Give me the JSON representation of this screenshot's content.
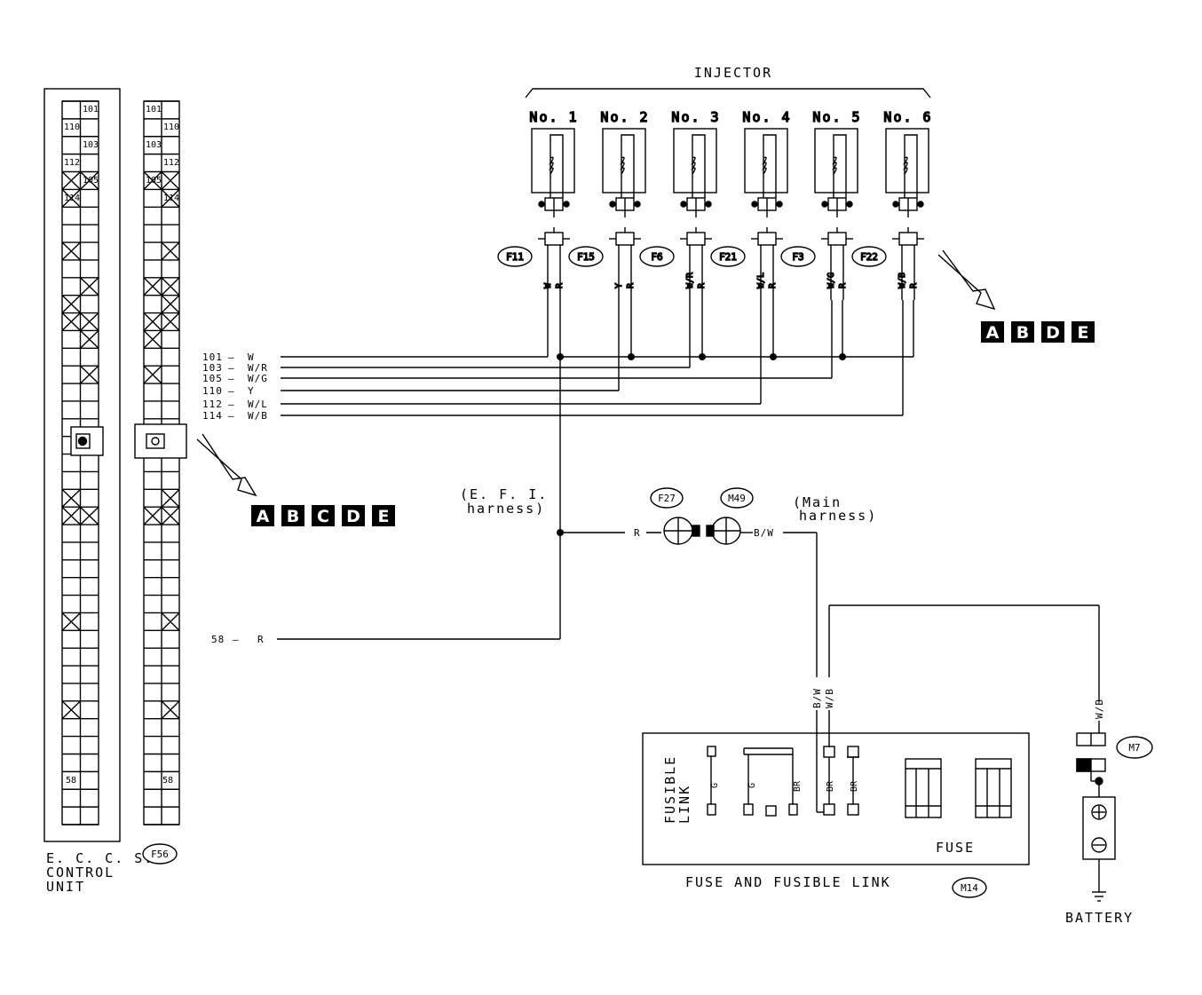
{
  "header": {
    "injector_title": "INJECTOR"
  },
  "injectors": [
    {
      "label": "No. 1",
      "connector": "F11",
      "wires": [
        "W",
        "R"
      ]
    },
    {
      "label": "No. 2",
      "connector": "F15",
      "wires": [
        "Y",
        "R"
      ]
    },
    {
      "label": "No. 3",
      "connector": "F6",
      "wires": [
        "W/R",
        "R"
      ]
    },
    {
      "label": "No. 4",
      "connector": "F21",
      "wires": [
        "W/L",
        "R"
      ]
    },
    {
      "label": "No. 5",
      "connector": "F3",
      "wires": [
        "W/G",
        "R"
      ]
    },
    {
      "label": "No. 6",
      "connector": "F22",
      "wires": [
        "W/B",
        "R"
      ]
    }
  ],
  "ecu": {
    "label_line1": "E. C. C. S.",
    "label_line2": "CONTROL",
    "label_line3": "UNIT",
    "connector": "F56",
    "terminals_left": [
      "101",
      "110",
      "103",
      "112",
      "105",
      "114"
    ],
    "terminals_right": [
      "101",
      "110",
      "103",
      "112",
      "105",
      "114"
    ],
    "terminal_58": "58"
  },
  "signal_wires": [
    {
      "terminal": "101",
      "color": "W"
    },
    {
      "terminal": "103",
      "color": "W/R"
    },
    {
      "terminal": "105",
      "color": "W/G"
    },
    {
      "terminal": "110",
      "color": "Y"
    },
    {
      "terminal": "112",
      "color": "W/L"
    },
    {
      "terminal": "114",
      "color": "W/B"
    }
  ],
  "power_wire": {
    "terminal": "58",
    "color": "R"
  },
  "harness": {
    "efi_line1": "(E. F. I.",
    "efi_line2": "harness)",
    "main_line1": "(Main",
    "main_line2": "harness)",
    "efi_wire": "R",
    "main_wire": "B/W",
    "connector_a": "F27",
    "connector_b": "M49"
  },
  "badges": {
    "left": [
      "A",
      "B",
      "C",
      "D",
      "E"
    ],
    "right": [
      "A",
      "B",
      "D",
      "E"
    ]
  },
  "fuse_box": {
    "fusible_line1": "FUSIBLE",
    "fusible_line2": "LINK",
    "fuse_label": "FUSE",
    "title": "FUSE AND FUSIBLE LINK",
    "connector": "M14",
    "link_colors": [
      "G",
      "G",
      "BR",
      "BR",
      "BR"
    ],
    "riser_wires": [
      "B/W",
      "W/B"
    ]
  },
  "battery": {
    "label": "BATTERY",
    "wire": "W/B",
    "connector": "M7"
  },
  "colors": {
    "ink": "#000000",
    "paper": "#ffffff"
  }
}
